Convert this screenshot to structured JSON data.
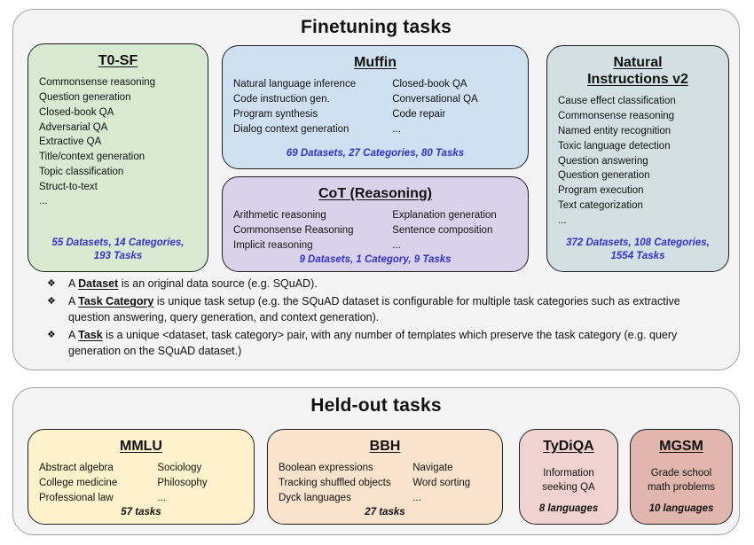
{
  "colors": {
    "stats_blue": "#3531c8",
    "panel_bg": "#f4f4f4",
    "t0sf_green": "#d9ead3",
    "muffin_blue": "#cfe0f2",
    "cot_purple": "#d8d2ea",
    "niv2_bluegray": "#d2dfe3",
    "mmlu_yellow": "#fdf2cb",
    "bbh_orange": "#f9e3cc",
    "tydiqa_pink": "#f0d3d1",
    "mgsm_rose": "#e1b7ad"
  },
  "finetuning": {
    "title": "Finetuning tasks",
    "t0sf": {
      "title": "T0-SF",
      "items": [
        "Commonsense reasoning",
        "Question generation",
        "Closed-book QA",
        "Adversarial QA",
        "Extractive QA",
        "Title/context generation",
        "Topic classification",
        "Struct-to-text",
        "..."
      ],
      "stats": "55 Datasets, 14 Categories, 193 Tasks"
    },
    "muffin": {
      "title": "Muffin",
      "col1": [
        "Natural language inference",
        "Code instruction gen.",
        "Program synthesis",
        "Dialog context generation"
      ],
      "col2": [
        "Closed-book QA",
        "Conversational QA",
        "Code repair",
        "..."
      ],
      "stats": "69 Datasets, 27 Categories, 80 Tasks"
    },
    "cot": {
      "title": "CoT (Reasoning)",
      "col1": [
        "Arithmetic reasoning",
        "Commonsense Reasoning",
        "Implicit reasoning"
      ],
      "col2": [
        "Explanation generation",
        "Sentence composition",
        "..."
      ],
      "stats": "9 Datasets, 1 Category, 9 Tasks"
    },
    "niv2": {
      "title": "Natural Instructions v2",
      "items": [
        "Cause effect classification",
        "Commonsense reasoning",
        "Named entity recognition",
        "Toxic language detection",
        "Question answering",
        "Question generation",
        "Program execution",
        "Text categorization",
        "..."
      ],
      "stats": "372 Datasets, 108 Categories, 1554 Tasks"
    },
    "notes": {
      "bullet_glyph": "❖",
      "items": [
        {
          "prefix": "A ",
          "term": "Dataset",
          "rest": " is an original data source (e.g. SQuAD)."
        },
        {
          "prefix": "A ",
          "term": "Task Category",
          "rest": " is unique task setup (e.g. the SQuAD dataset is configurable for multiple task categories such as extractive question answering, query generation, and context generation)."
        },
        {
          "prefix": "A ",
          "term": "Task",
          "rest": " is a unique <dataset, task category> pair, with any number of templates which preserve the task category (e.g. query generation on the SQuAD dataset.)"
        }
      ]
    }
  },
  "heldout": {
    "title": "Held-out tasks",
    "mmlu": {
      "title": "MMLU",
      "col1": [
        "Abstract algebra",
        "College medicine",
        "Professional law"
      ],
      "col2": [
        "Sociology",
        "Philosophy",
        "..."
      ],
      "stats": "57 tasks"
    },
    "bbh": {
      "title": "BBH",
      "col1": [
        "Boolean expressions",
        "Tracking shuffled objects",
        "Dyck languages"
      ],
      "col2": [
        "Navigate",
        "Word sorting",
        "..."
      ],
      "stats": "27 tasks"
    },
    "tydiqa": {
      "title": "TyDiQA",
      "desc": "Information seeking QA",
      "stats": "8 languages"
    },
    "mgsm": {
      "title": "MGSM",
      "desc": "Grade school math problems",
      "stats": "10 languages"
    }
  }
}
